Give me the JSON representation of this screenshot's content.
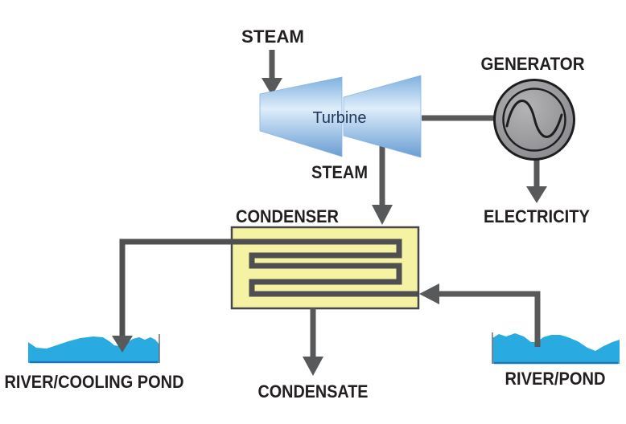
{
  "diagram": {
    "labels": {
      "steam_in": "STEAM",
      "generator": "GENERATOR",
      "turbine": "Turbine",
      "steam_out": "STEAM",
      "electricity": "ELECTRICITY",
      "condenser": "CONDENSER",
      "river_cooling_pond": "RIVER/COOLING POND",
      "condensate": "CONDENSATE",
      "river_pond": "RIVER/POND"
    },
    "colors": {
      "water": "#29ABE2",
      "water_edge": "#1878B4",
      "condenser_fill": "#F6F2A3",
      "condenser_border": "#47474A",
      "coil": "#4F4F51",
      "pipe": "#58595B",
      "label_text": "#231F20",
      "turbine_label_text": "#21375C",
      "turbine_light": "#DDEBFA",
      "turbine_dark": "#6FA3D8",
      "generator_fill": "#9A9A9E",
      "outline": "#1E1E1E"
    }
  }
}
